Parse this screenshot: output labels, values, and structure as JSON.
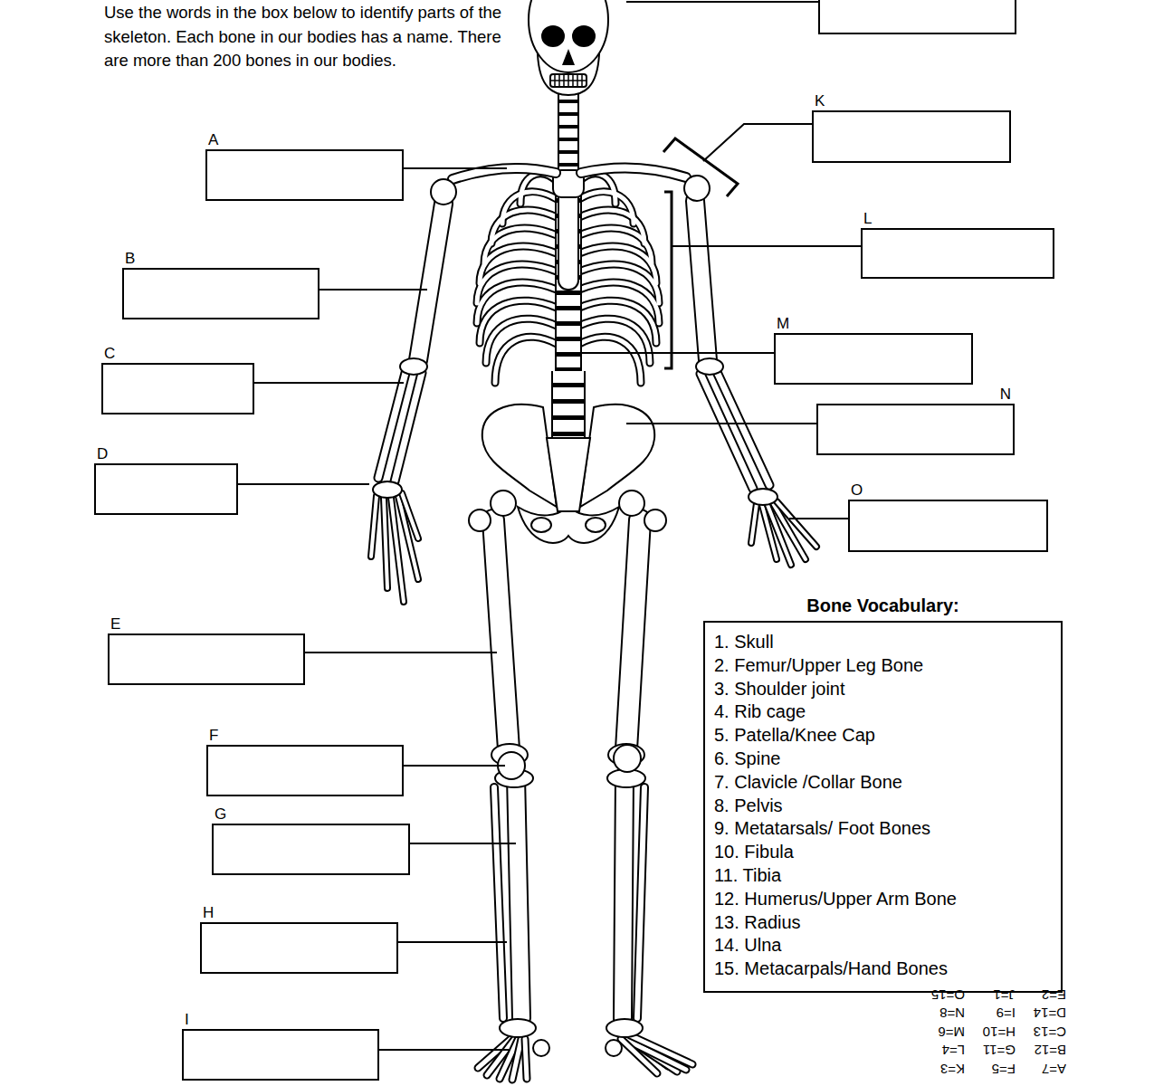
{
  "diagram": {
    "nodes": [
      {
        "text": [
          "A"
        ]
      },
      {
        "text": [
          "B"
        ]
      },
      {
        "text": [
          "C"
        ]
      },
      {
        "text": [
          "D"
        ]
      },
      {
        "text": [
          "E"
        ]
      },
      {
        "text": [
          "F"
        ]
      },
      {
        "text": [
          "G"
        ]
      },
      {
        "text": [
          "H"
        ]
      },
      {
        "text": [
          "I"
        ]
      },
      {
        "text": [
          "K"
        ]
      },
      {
        "text": [
          "L"
        ]
      },
      {
        "text": [
          "M"
        ]
      },
      {
        "text": [
          "N"
        ]
      },
      {
        "text": [
          "O"
        ]
      },
      {
        "text": [
          "Bone Vocabulary:",
          "1. Skull",
          "2. Femur/Upper Leg Bone",
          "3. Shoulder joint",
          "4. Rib cage",
          "5. Patella/Knee Cap",
          "6. Spine",
          "7. Clavicle /Collar Bone",
          "8. Pelvis",
          "9. Metatarsals/ Foot Bones",
          "10. Fibula",
          "11. Tibia",
          "12. Humerus/Upper Arm Bone",
          "13. Radius",
          "14. Ulna",
          "15. Metacarpals/Hand Bones"
        ]
      }
    ],
    "labels": [
      "Use the words in the box below to identify parts of the skeleton. Each bone in our bodies has a name. There are more than 200 bones in our bodies.",
      "A=7",
      "F=5",
      "K=3",
      "B=12",
      "G=11",
      "L=4",
      "C=13",
      "H=10",
      "M=6",
      "D=14",
      "I=9",
      "N=8",
      "E=2",
      "J=1",
      "O=15"
    ]
  }
}
